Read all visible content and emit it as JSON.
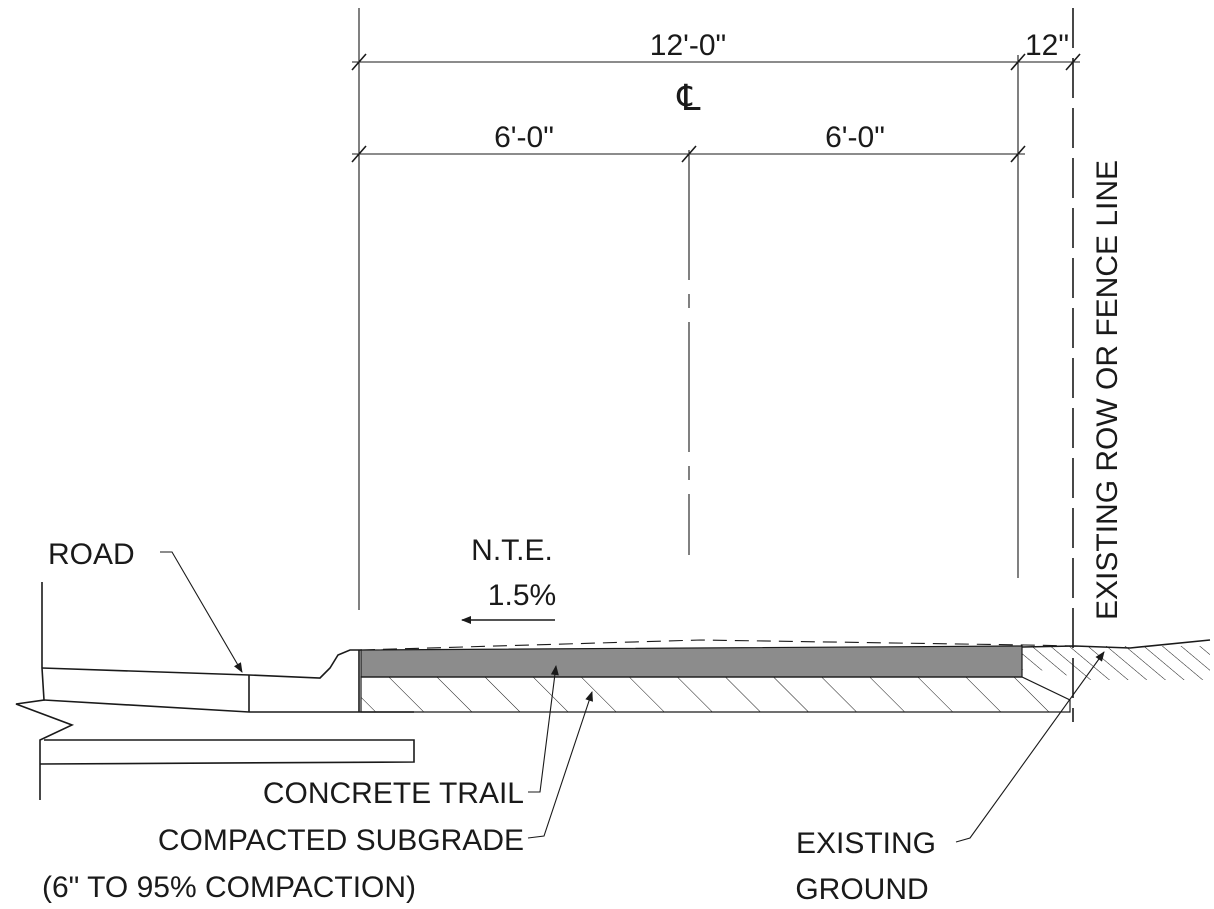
{
  "dimensions": {
    "overall_width": "12'-0\"",
    "edge_offset": "12\"",
    "left_half": "6'-0\"",
    "right_half": "6'-0\""
  },
  "centerline_symbol": "℄",
  "slope": {
    "line1": "N.T.E.",
    "line2": "1.5%"
  },
  "labels": {
    "road": "ROAD",
    "concrete_trail": "CONCRETE TRAIL",
    "compacted_subgrade": "COMPACTED SUBGRADE",
    "compaction_note": "(6\" TO 95% COMPACTION)",
    "existing_line1": "EXISTING",
    "existing_line2": "GROUND",
    "row_line": "EXISTING ROW OR FENCE LINE"
  },
  "colors": {
    "linework": "#1a1a1a",
    "concrete_fill": "#8c8c8c",
    "background": "#ffffff"
  }
}
